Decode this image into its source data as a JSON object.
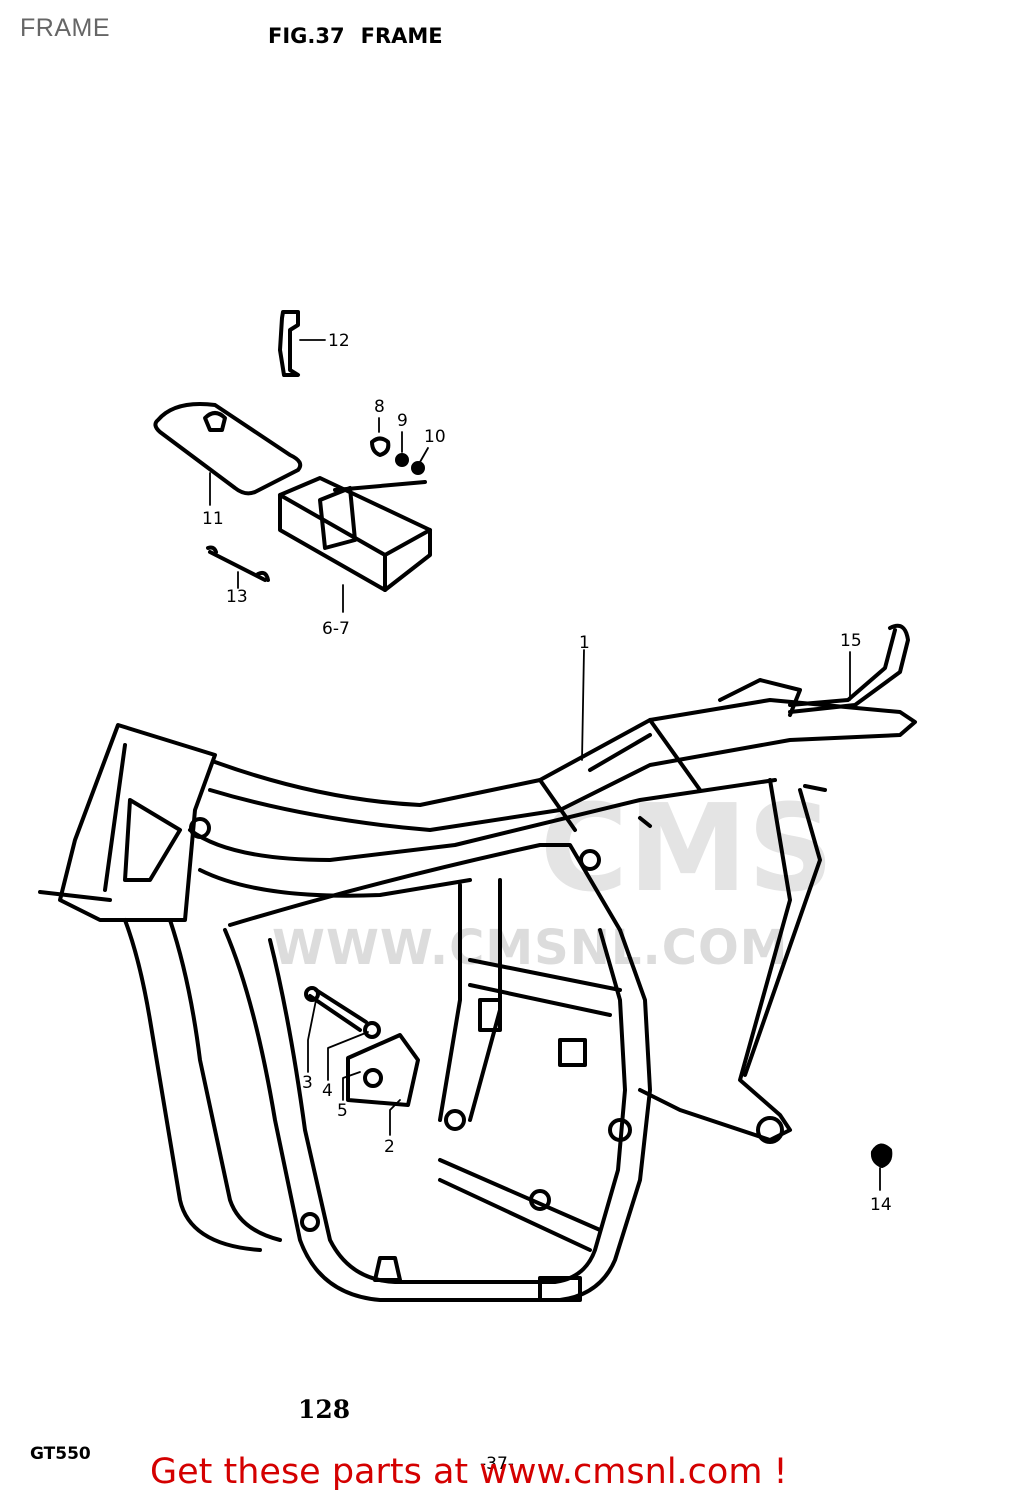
{
  "header": {
    "page_label": "FRAME",
    "figure_number": "FIG.37",
    "figure_title": "FRAME"
  },
  "callouts": {
    "c1": "1",
    "c2": "2",
    "c3": "3",
    "c4": "4",
    "c5": "5",
    "c67": "6-7",
    "c8": "8",
    "c9": "9",
    "c10": "10",
    "c11": "11",
    "c12": "12",
    "c13": "13",
    "c14": "14",
    "c15": "15"
  },
  "watermark": {
    "logo": "CMS",
    "url": "WWW.CMSNL.COM"
  },
  "footer": {
    "page_number": "128",
    "model_code": "GT550",
    "page_code": "-37-",
    "banner": "Get these parts at www.cmsnl.com !"
  }
}
